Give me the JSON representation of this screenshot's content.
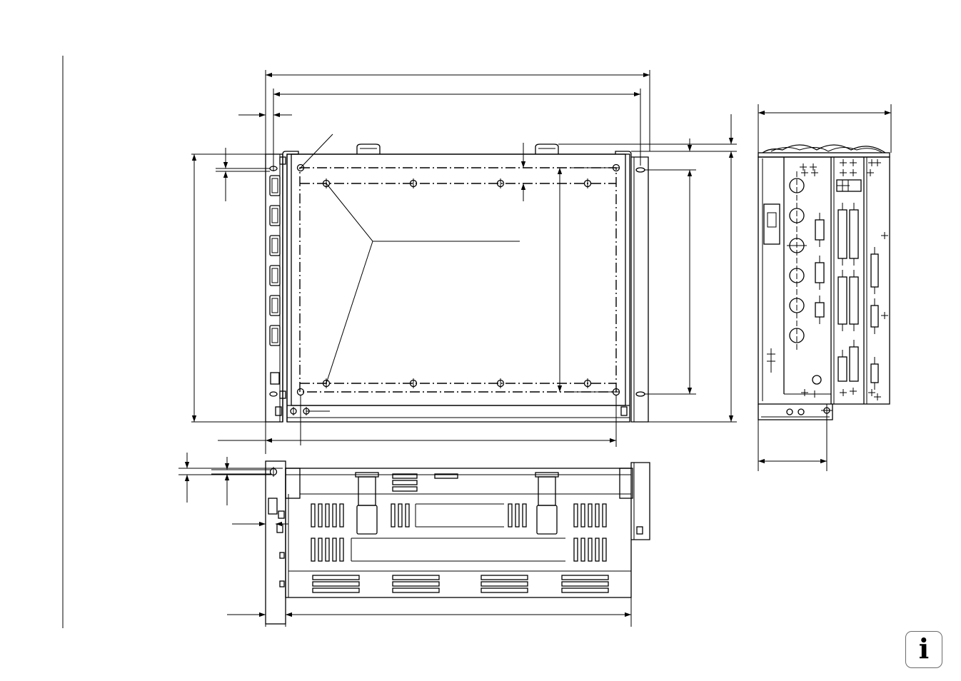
{
  "drawing": {
    "views": [
      "front-view",
      "bottom-view",
      "side-view"
    ],
    "info_icon": {
      "icon": "info-icon",
      "glyph": "i"
    }
  }
}
